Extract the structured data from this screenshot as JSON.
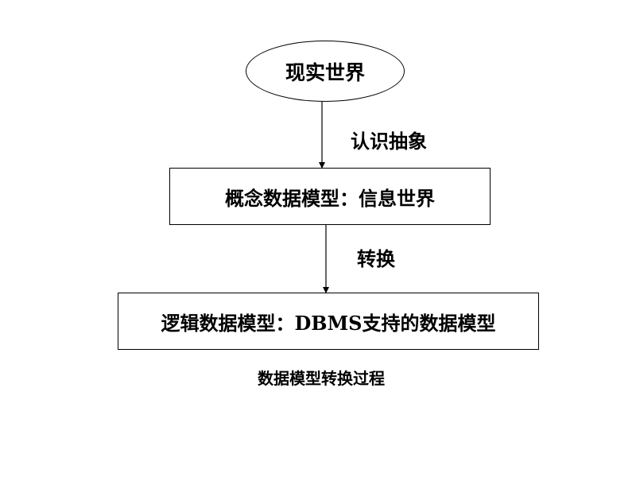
{
  "nodes": {
    "real_world": "现实世界",
    "conceptual_model": "概念数据模型：信息世界",
    "logical_model": "逻辑数据模型：DBMS支持的数据模型"
  },
  "edges": {
    "abstraction": "认识抽象",
    "transformation": "转换"
  },
  "caption": "数据模型转换过程"
}
